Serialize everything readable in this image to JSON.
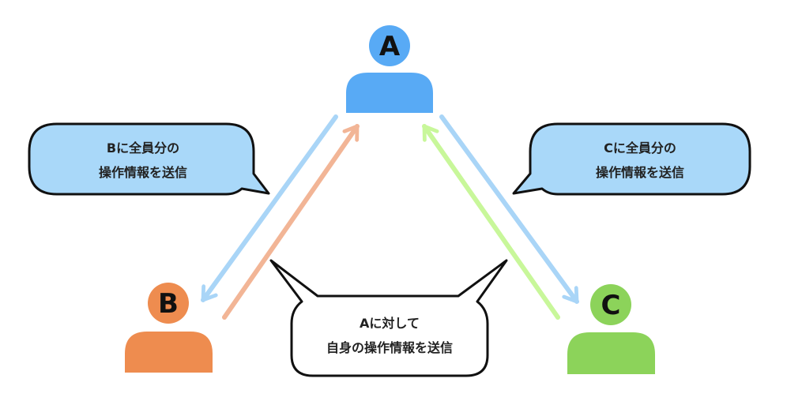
{
  "colors": {
    "user_a": "#58aaf5",
    "user_b": "#ee8c4f",
    "user_c": "#8cd35a",
    "arrow_blue": "#a9d5f7",
    "arrow_orange": "#f2b596",
    "arrow_green": "#c8f79a",
    "bubble_blue_fill": "#a9d8f9",
    "bubble_white_fill": "#ffffff",
    "outline": "#111111"
  },
  "users": {
    "a": {
      "label": "A"
    },
    "b": {
      "label": "B"
    },
    "c": {
      "label": "C"
    }
  },
  "bubbles": {
    "to_b": {
      "line1": "Bに全員分の",
      "line2": "操作情報を送信"
    },
    "to_c": {
      "line1": "Cに全員分の",
      "line2": "操作情報を送信"
    },
    "to_a": {
      "line1": "Aに対して",
      "line2": "自身の操作情報を送信"
    }
  }
}
